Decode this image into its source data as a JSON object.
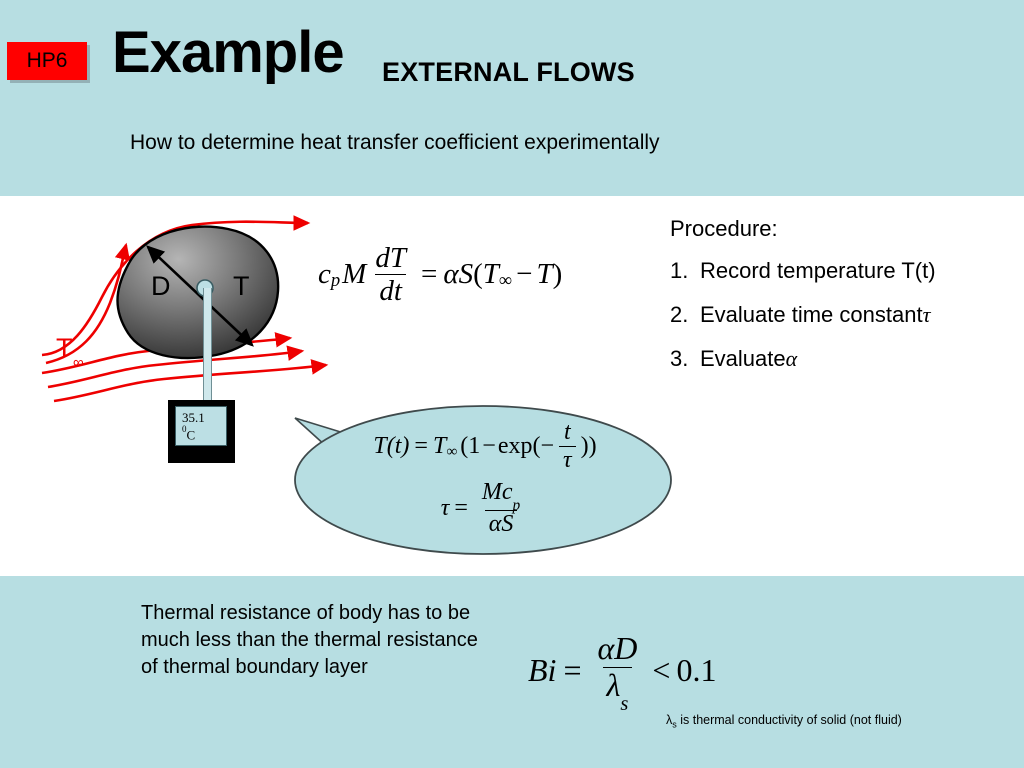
{
  "header": {
    "badge": "HP6",
    "title_main": "Example",
    "title_sub": "EXTERNAL FLOWS",
    "subtitle": "How to determine heat transfer coefficient experimentally"
  },
  "colors": {
    "band": "#b7dee2",
    "badge_bg": "#ff0000",
    "streamline": "#ee0000",
    "callout_fill": "#b7dee2",
    "blob_light": "#9e9e9e",
    "blob_dark": "#3a3a3a",
    "page_bg": "#ffffff"
  },
  "diagram": {
    "label_diameter": "D",
    "label_temperature": "T",
    "label_freestream": "T",
    "label_freestream_sub": "∞",
    "meter_value": "35.1",
    "meter_unit_deg": "0",
    "meter_unit_c": "C"
  },
  "equations": {
    "governing": {
      "lhs_cp": "c",
      "lhs_cp_sub": "p",
      "lhs_M": "M",
      "frac_num": "dT",
      "frac_den": "dt",
      "eq": "=",
      "rhs_alpha": "α",
      "rhs_S": "S",
      "rhs_open": "(",
      "rhs_T": "T",
      "rhs_T_sub": "∞",
      "rhs_minus": "−",
      "rhs_T2": "T",
      "rhs_close": ")",
      "plain": "c_p M dT/dt = αS(T∞ − T)"
    },
    "callout_temperature": {
      "lhs": "T(t)",
      "eq": "=",
      "T": "T",
      "T_sub": "∞",
      "open": "(1",
      "minus": "−",
      "exp": "exp(−",
      "frac_num": "t",
      "frac_den": "τ",
      "close": "))",
      "plain": "T(t) = T∞(1 − exp(−t/τ))"
    },
    "callout_tau": {
      "tau": "τ",
      "eq": "=",
      "frac_num_M": "M",
      "frac_num_c": "c",
      "frac_num_c_sub": "p",
      "frac_den_alpha": "α",
      "frac_den_S": "S",
      "plain": "τ = Mc_p / (αS)"
    },
    "biot": {
      "bi": "Bi",
      "eq": "=",
      "frac_num_alpha": "α",
      "frac_num_D": "D",
      "frac_den_lambda": "λ",
      "frac_den_sub": "s",
      "lt": "<",
      "value": "0.1",
      "plain": "Bi = αD/λ_s < 0.1"
    }
  },
  "procedure": {
    "heading": "Procedure:",
    "items": [
      {
        "num": "1.",
        "text": "Record temperature T(t)",
        "symbol": ""
      },
      {
        "num": "2.",
        "text": "Evaluate time constant ",
        "symbol": "τ"
      },
      {
        "num": "3.",
        "text": "Evaluate ",
        "symbol": "α"
      }
    ]
  },
  "bottom": {
    "note": "Thermal resistance of body has to be much less than the thermal resistance of thermal boundary layer",
    "footnote_lambda": "λ",
    "footnote_sub": "s",
    "footnote_rest": " is thermal conductivity of solid (not fluid)"
  }
}
